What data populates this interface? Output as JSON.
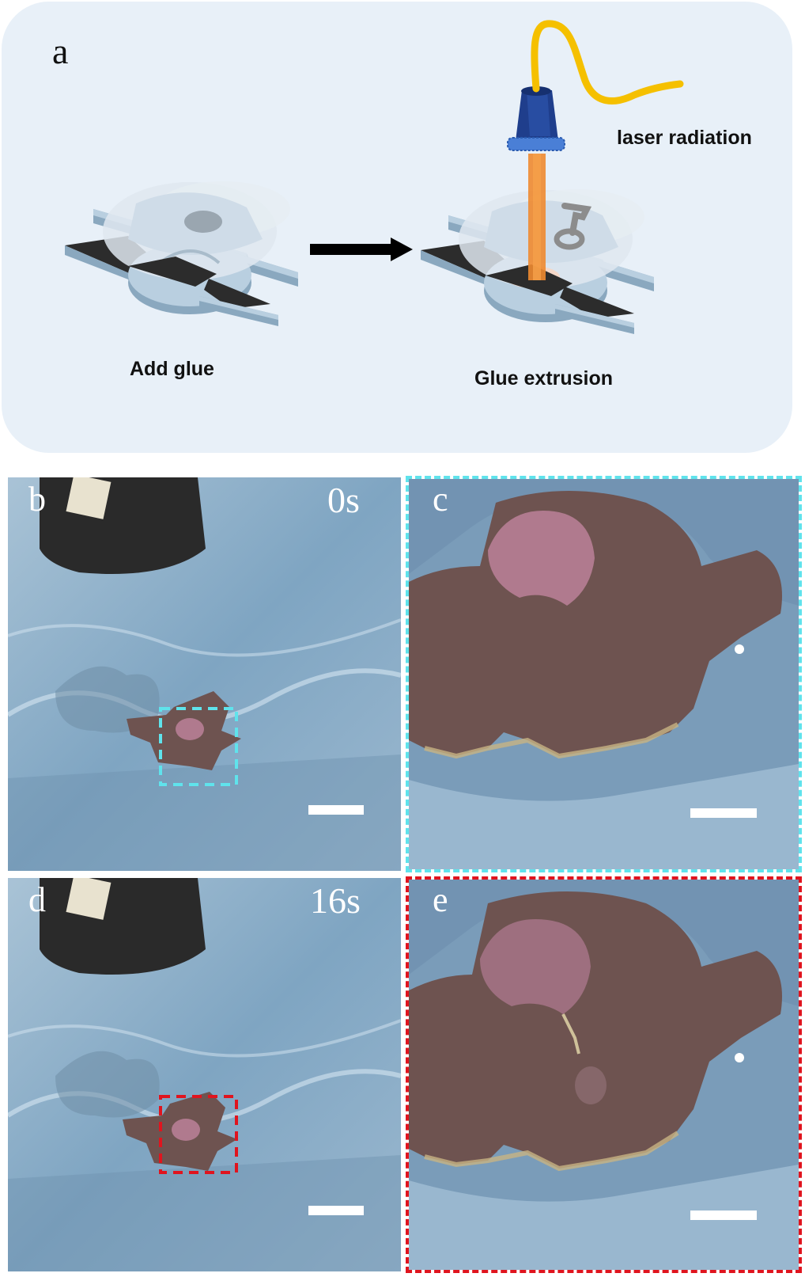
{
  "panel_a": {
    "letter": "a",
    "step1_label": "Add glue",
    "step2_label": "Glue extrusion",
    "laser_label": "laser radiation"
  },
  "panel_b": {
    "letter": "b",
    "time": "0s",
    "zoom_box_color": "#5fe3ec"
  },
  "panel_c": {
    "letter": "c",
    "border_color": "#5fe3ec"
  },
  "panel_d": {
    "letter": "d",
    "time": "16s",
    "zoom_box_color": "#e0141e"
  },
  "panel_e": {
    "letter": "e",
    "border_color": "#e0141e"
  },
  "colors": {
    "panel_a_background": "#e8f0f8",
    "fiber": "#f5c000",
    "laser_head": "#1f3e8c",
    "laser_beam": "#ee8a30",
    "robot_dark": "#2c2c2c",
    "water": "#8fb3cc",
    "robot_photo": "#6e5350",
    "glue_region": "#b07a8e"
  }
}
